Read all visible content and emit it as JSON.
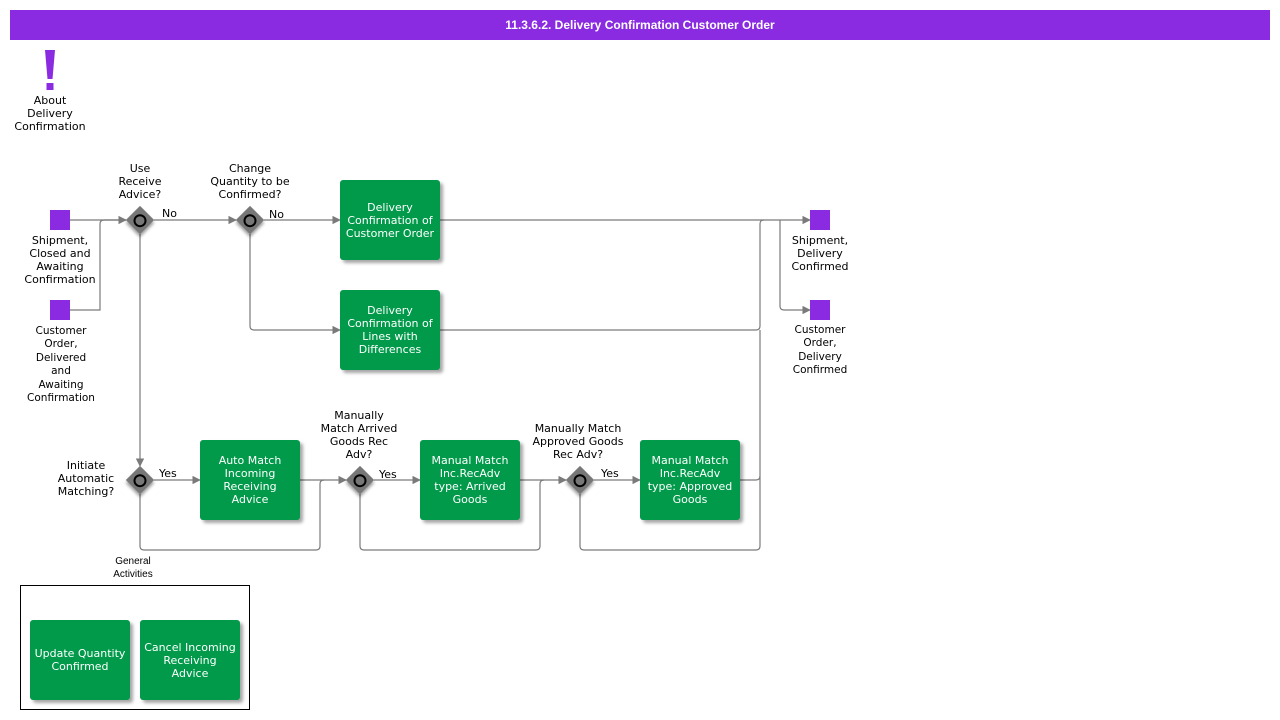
{
  "title": "11.3.6.2. Delivery Confirmation Customer Order",
  "colors": {
    "header": "#8a2be2",
    "task": "#009a4a",
    "event": "#8a2be2",
    "gateway": "#777777"
  },
  "info": {
    "icon": "exclamation-icon",
    "label": "About\nDelivery\nConfirmation"
  },
  "events": {
    "start_shipment": "Shipment,\nClosed and\nAwaiting\nConfirmation",
    "start_customer_order": "Customer\nOrder,\nDelivered\nand\nAwaiting\nConfirmation",
    "end_shipment": "Shipment,\nDelivery\nConfirmed",
    "end_customer_order": "Customer\nOrder,\nDelivery\nConfirmed"
  },
  "gateways": {
    "use_receive_advice": "Use\nReceive\nAdvice?",
    "change_quantity": "Change\nQuantity to be\nConfirmed?",
    "initiate_matching": "Initiate\nAutomatic\nMatching?",
    "match_arrived": "Manually\nMatch Arrived\nGoods Rec\nAdv?",
    "match_approved": "Manually Match\nApproved Goods\nRec Adv?"
  },
  "tasks": {
    "delivery_confirmation_order": "Delivery\nConfirmation of\nCustomer Order",
    "delivery_confirmation_lines": "Delivery\nConfirmation of\nLines with\nDifferences",
    "auto_match": "Auto Match\nIncoming\nReceiving\nAdvice",
    "manual_match_arrived": "Manual Match\nInc.RecAdv\ntype: Arrived\nGoods",
    "manual_match_approved": "Manual Match\nInc.RecAdv\ntype: Approved\nGoods"
  },
  "edges": {
    "no1": "No",
    "no2": "No",
    "yes1": "Yes",
    "yes2": "Yes",
    "yes3": "Yes"
  },
  "general": {
    "label": "General\nActivities",
    "update_quantity": "Update Quantity\nConfirmed",
    "cancel_advice": "Cancel Incoming\nReceiving\nAdvice"
  }
}
